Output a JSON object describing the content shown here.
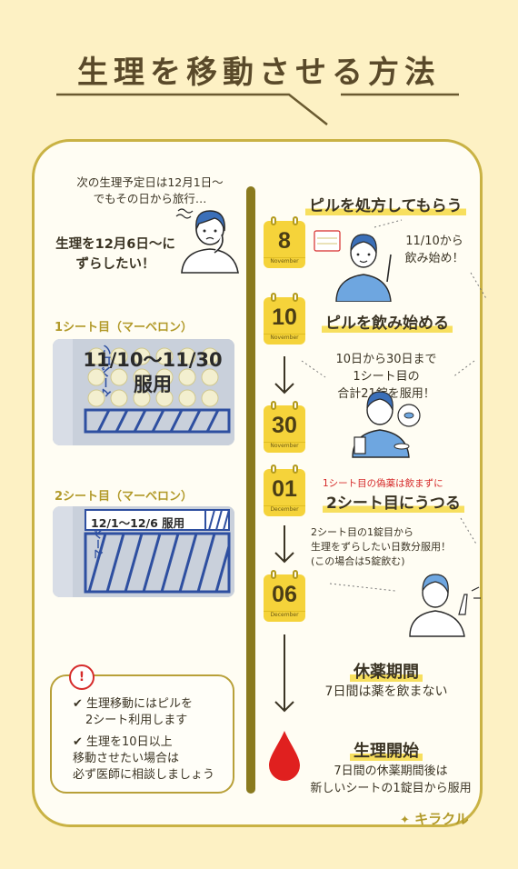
{
  "title": "生理を移動させる方法",
  "intro": {
    "line1": "次の生理予定日は12月1日〜",
    "line2": "でもその日から旅行…",
    "want1": "生理を12月6日〜に",
    "want2": "ずらしたい！"
  },
  "sheet1": {
    "label": "1シート目（マーベロン）",
    "text1": "11/10〜11/30",
    "text2": "服用"
  },
  "sheet2": {
    "label": "2シート目（マーベロン）",
    "text": "12/1〜12/6 服用"
  },
  "warning": {
    "mark": "!",
    "item1_line1": "✔ 生理移動にはピルを",
    "item1_line2": "2シート利用します",
    "item2_line1": "✔ 生理を10日以上",
    "item2_line2": "移動させたい場合は",
    "item2_line3": "必ず医師に相談しましょう"
  },
  "timeline": [
    {
      "day": "8",
      "month": "November"
    },
    {
      "day": "10",
      "month": "November"
    },
    {
      "day": "30",
      "month": "November"
    },
    {
      "day": "01",
      "month": "December"
    },
    {
      "day": "06",
      "month": "December"
    }
  ],
  "steps": {
    "prescribe": "ピルを処方してもらう",
    "start_note1": "11/10から",
    "start_note2": "飲み始め！",
    "start": "ピルを飲み始める",
    "take1": "10日から30日まで",
    "take2": "1シート目の",
    "take3": "合計21錠を服用！",
    "placebo_note": "1シート目の偽薬は飲まずに",
    "switch": "2シート目にうつる",
    "sw1": "2シート目の1錠目から",
    "sw2": "生理をずらしたい日数分服用！",
    "sw3": "(この場合は5錠飲む)",
    "rest": "休薬期間",
    "rest_desc": "7日間は薬を飲まない",
    "period": "生理開始",
    "period1": "7日間の休薬期間後は",
    "period2": "新しいシートの1錠目から服用"
  },
  "logo": "キラクル",
  "colors": {
    "background": "#fdf1c4",
    "card": "#fffdf3",
    "border": "#c9b244",
    "rule": "#8a7a1e",
    "badge": "#f5d33a",
    "red": "#d62b2b",
    "blue": "#2e4fa0"
  }
}
